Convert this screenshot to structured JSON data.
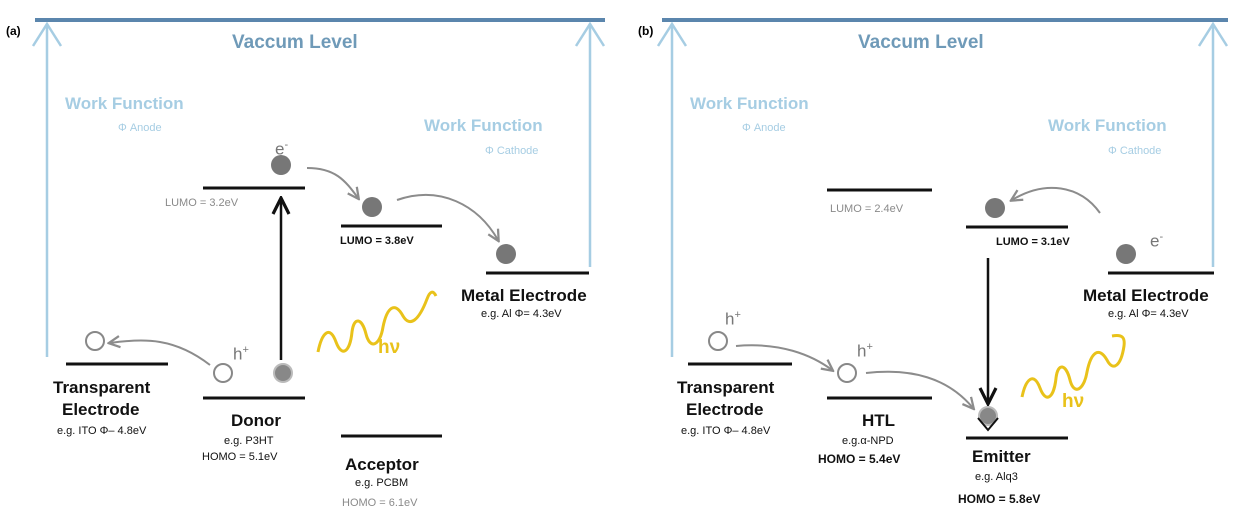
{
  "colors": {
    "vacuum_line": "#5b86ad",
    "work_function": "#a6cde3",
    "photon": "#e9c21a",
    "level": "#111111",
    "charge": "#777777"
  },
  "panel_a": {
    "label": "(a)",
    "vacuum": "Vaccum Level",
    "wf_anode": "Work Function",
    "wf_anode_sub": "Φ Anode",
    "wf_cathode": "Work Function",
    "wf_cathode_sub": "Φ Cathode",
    "electron": "e",
    "electron_sup": "-",
    "donor_lumo": "LUMO =  3.2eV",
    "acceptor_lumo": "LUMO =  3.8eV",
    "metal": "Metal Electrode",
    "metal_eg": "e.g. Al Φ=   4.3eV",
    "hole": "h",
    "hole_sup": "+",
    "photon": "hν",
    "transparent_1": "Transparent",
    "transparent_2": "Electrode",
    "ito": "e.g. ITO Φ–  4.8eV",
    "donor": "Donor",
    "donor_eg": "e.g. P3HT",
    "donor_homo": "HOMO = 5.1eV",
    "acceptor": "Acceptor",
    "acceptor_eg": "e.g. PCBM",
    "acceptor_homo": "HOMO = 6.1eV"
  },
  "panel_b": {
    "label": "(b)",
    "vacuum": "Vaccum Level",
    "wf_anode": "Work Function",
    "wf_anode_sub": "Φ Anode",
    "wf_cathode": "Work Function",
    "wf_cathode_sub": "Φ Cathode",
    "htl_lumo": "LUMO = 2.4eV",
    "emitter_lumo": "LUMO =  3.1eV",
    "electron": "e",
    "electron_sup": "-",
    "metal": "Metal Electrode",
    "metal_eg": "e.g. Al Φ=   4.3eV",
    "hole_anode": "h",
    "hole_anode_sup": "+",
    "hole_htl": "h",
    "hole_htl_sup": "+",
    "photon": "hν",
    "transparent_1": "Transparent",
    "transparent_2": "Electrode",
    "ito": "e.g. ITO Φ–  4.8eV",
    "htl": "HTL",
    "htl_eg": "e.g.α-NPD",
    "htl_homo": "HOMO = 5.4eV",
    "emitter": "Emitter",
    "emitter_eg": "e.g.   Alq3",
    "emitter_homo": "HOMO = 5.8eV"
  }
}
